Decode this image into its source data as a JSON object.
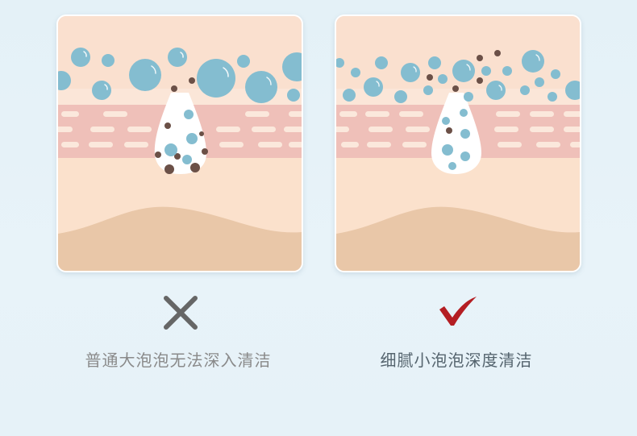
{
  "panels": [
    {
      "id": "left",
      "caption": "普通大泡泡无法深入清洁",
      "verdict": "cross-icon"
    },
    {
      "id": "right",
      "caption": "细腻小泡泡深度清洁",
      "verdict": "check-icon"
    }
  ],
  "colors": {
    "bubble": "#84bdd0",
    "dirt": "#6b5047",
    "skin_layer": "#efc0b9",
    "cross": "#666666",
    "check": "#b41e23"
  }
}
